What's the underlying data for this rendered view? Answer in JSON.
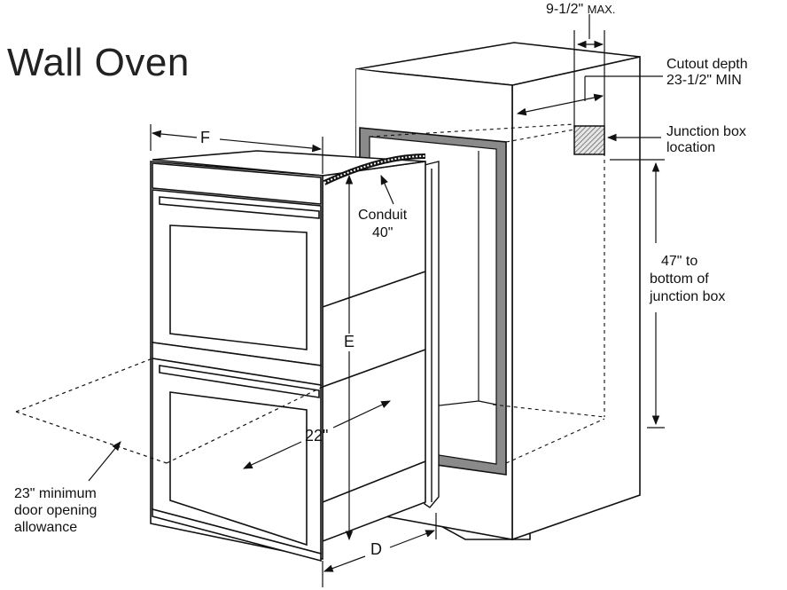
{
  "title": "Wall Oven",
  "labels": {
    "max_depth_label": "9-1/2\"",
    "max_depth_suffix": "MAX.",
    "cutout_depth_line1": "Cutout depth",
    "cutout_depth_line2": "23-1/2\" MIN",
    "junction_line1": "Junction box",
    "junction_line2": "location",
    "conduit_line1": "Conduit",
    "conduit_line2": "40\"",
    "height_line1": "47\" to",
    "height_line2": "bottom of",
    "height_line3": "junction box",
    "dim_f": "F",
    "dim_e": "E",
    "dim_d": "D",
    "dim_22": "22\"",
    "door_line1": "23\" minimum",
    "door_line2": "door opening",
    "door_line3": "allowance"
  },
  "colors": {
    "line": "#111111",
    "trim": "#777777",
    "junction_fill": "#cfcfcf"
  }
}
